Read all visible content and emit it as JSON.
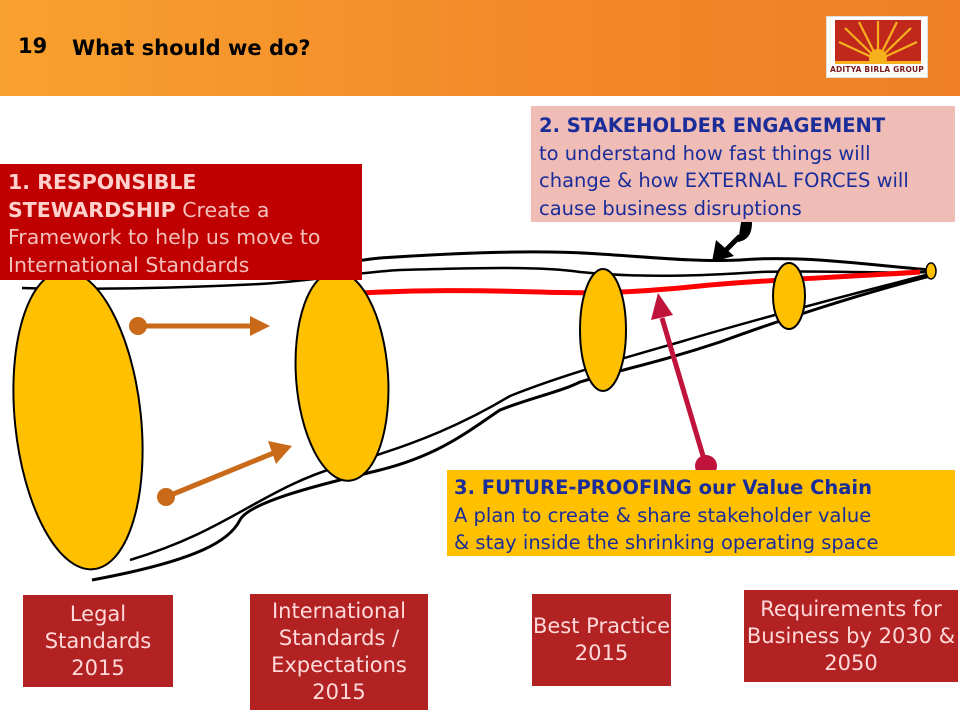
{
  "slide": {
    "number": "19",
    "title": "What should we do?"
  },
  "logo": {
    "text": "ADITYA BIRLA GROUP"
  },
  "box1": {
    "heading": "1. RESPONSIBLE STEWARDSHIP",
    "text": "Create a Framework to help us move to International Standards"
  },
  "box2": {
    "heading": "2. STAKEHOLDER ENGAGEMENT",
    "text": "to understand how fast things will change & how EXTERNAL FORCES will cause business disruptions"
  },
  "box3": {
    "heading": "3. FUTURE-PROOFING our Value Chain",
    "line1": "A plan to create & share stakeholder value",
    "line2": "& stay inside the shrinking operating space"
  },
  "labels": [
    {
      "text": "Legal Standards 2015"
    },
    {
      "text": "International Standards / Expectations 2015"
    },
    {
      "text": "Best Practice 2015"
    },
    {
      "text": "Requirements for Business by 2030 & 2050"
    }
  ],
  "colors": {
    "header": "#f3892a",
    "box1": "#c00000",
    "box2": "#f0bcb6",
    "box3": "#ffc000",
    "labels": "#b22222",
    "ellipse": "#ffc000",
    "path": "#ff0000",
    "arrow_orange": "#c96a1a",
    "arrow_red": "#c0143c",
    "text_blue": "#1a2d99"
  }
}
